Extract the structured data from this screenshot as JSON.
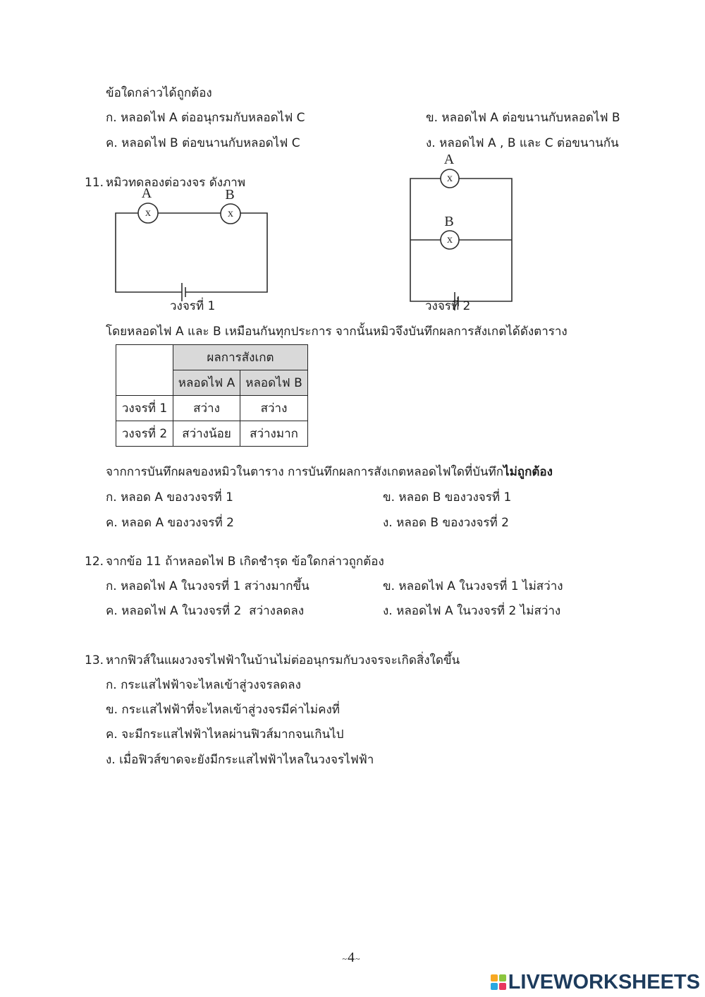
{
  "q10": {
    "prompt": "ข้อใดกล่าวได้ถูกต้อง",
    "options": [
      "ก. หลอดไฟ A ต่ออนุกรมกับหลอดไฟ C",
      "ข. หลอดไฟ A ต่อขนานกับหลอดไฟ B",
      "ค. หลอดไฟ B ต่อขนานกับหลอดไฟ C",
      "ง. หลอดไฟ A , B และ C ต่อขนานกัน"
    ]
  },
  "q11": {
    "number": "11.",
    "prompt": "หมิวทดลองต่อวงจร ดังภาพ",
    "circuit_1": {
      "bulb_labels": [
        "A",
        "B"
      ],
      "bulb_symbol": "x",
      "caption": "วงจรที่ 1"
    },
    "circuit_2": {
      "bulb_labels": [
        "A",
        "B"
      ],
      "bulb_symbol": "x",
      "caption": "วงจรที่ 2"
    },
    "note": "โดยหลอดไฟ A และ B เหมือนกันทุกประการ จากนั้นหมิวจึงบันทึกผลการสังเกตได้ดังตาราง",
    "table": {
      "group_header": "ผลการสังเกต",
      "columns": [
        "หลอดไฟ A",
        "หลอดไฟ B"
      ],
      "rows": [
        {
          "label": "วงจรที่ 1",
          "values": [
            "สว่าง",
            "สว่าง"
          ]
        },
        {
          "label": "วงจรที่ 2",
          "values": [
            "สว่างน้อย",
            "สว่างมาก"
          ]
        }
      ]
    },
    "question": "จากการบันทึกผลของหมิวในตาราง การบันทึกผลการสังเกตหลอดไฟใดที่บันทึก",
    "question_emphasis": "ไม่ถูกต้อง",
    "options": [
      "ก. หลอด A ของวงจรที่ 1",
      "ข. หลอด B ของวงจรที่ 1",
      "ค. หลอด A ของวงจรที่ 2",
      "ง. หลอด B ของวงจรที่ 2"
    ]
  },
  "q12": {
    "number": "12.",
    "prompt": "จากข้อ 11 ถ้าหลอดไฟ B เกิดชำรุด ข้อใดกล่าวถูกต้อง",
    "options": [
      "ก. หลอดไฟ A ในวงจรที่ 1 สว่างมากขึ้น",
      "ข. หลอดไฟ A ในวงจรที่ 1 ไม่สว่าง",
      "ค. หลอดไฟ A ในวงจรที่ 2  สว่างลดลง",
      "ง. หลอดไฟ A ในวงจรที่ 2 ไม่สว่าง"
    ]
  },
  "q13": {
    "number": "13.",
    "prompt": "หากฟิวส์ในแผงวงจรไฟฟ้าในบ้านไม่ต่ออนุกรมกับวงจรจะเกิดสิ่งใดขึ้น",
    "options": [
      "ก. กระแสไฟฟ้าจะไหลเข้าสู่วงจรลดลง",
      "ข. กระแสไฟฟ้าที่จะไหลเข้าสู่วงจรมีค่าไม่คงที่",
      "ค. จะมีกระแสไฟฟ้าไหลผ่านฟิวส์มากจนเกินไป",
      "ง. เมื่อฟิวส์ขาดจะยังมีกระแสไฟฟ้าไหลในวงจรไฟฟ้า"
    ]
  },
  "footer": {
    "page_marker_left": "~",
    "page_number": "4",
    "page_marker_right": "~",
    "logo_text": "LIVEWORKSHEETS",
    "logo_icon": "liveworksheets-logo-icon"
  },
  "colors": {
    "table_header_bg": "#d9d9d9",
    "logo_text": "#1d3b5c",
    "logo_tiles": [
      "#f7a823",
      "#8cc63e",
      "#29a8e0",
      "#e8365d"
    ]
  }
}
